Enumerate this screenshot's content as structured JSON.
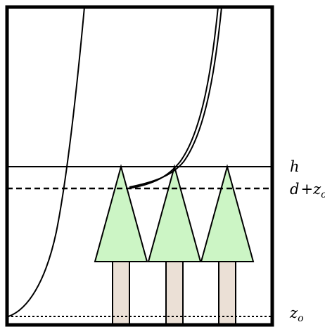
{
  "diagram": {
    "labels": {
      "canopy_height": {
        "symbol": "h"
      },
      "displacement_roughness": {
        "symbol": "d",
        "op": "+",
        "z": "z",
        "sub": "o"
      },
      "roughness_length": {
        "z": "z",
        "sub": "o"
      }
    },
    "colors": {
      "crown_fill": "#ccf5c5",
      "trunk_fill": "#ebe0d6",
      "stroke": "#000000",
      "background": "#ffffff"
    },
    "tree_count": 3
  }
}
